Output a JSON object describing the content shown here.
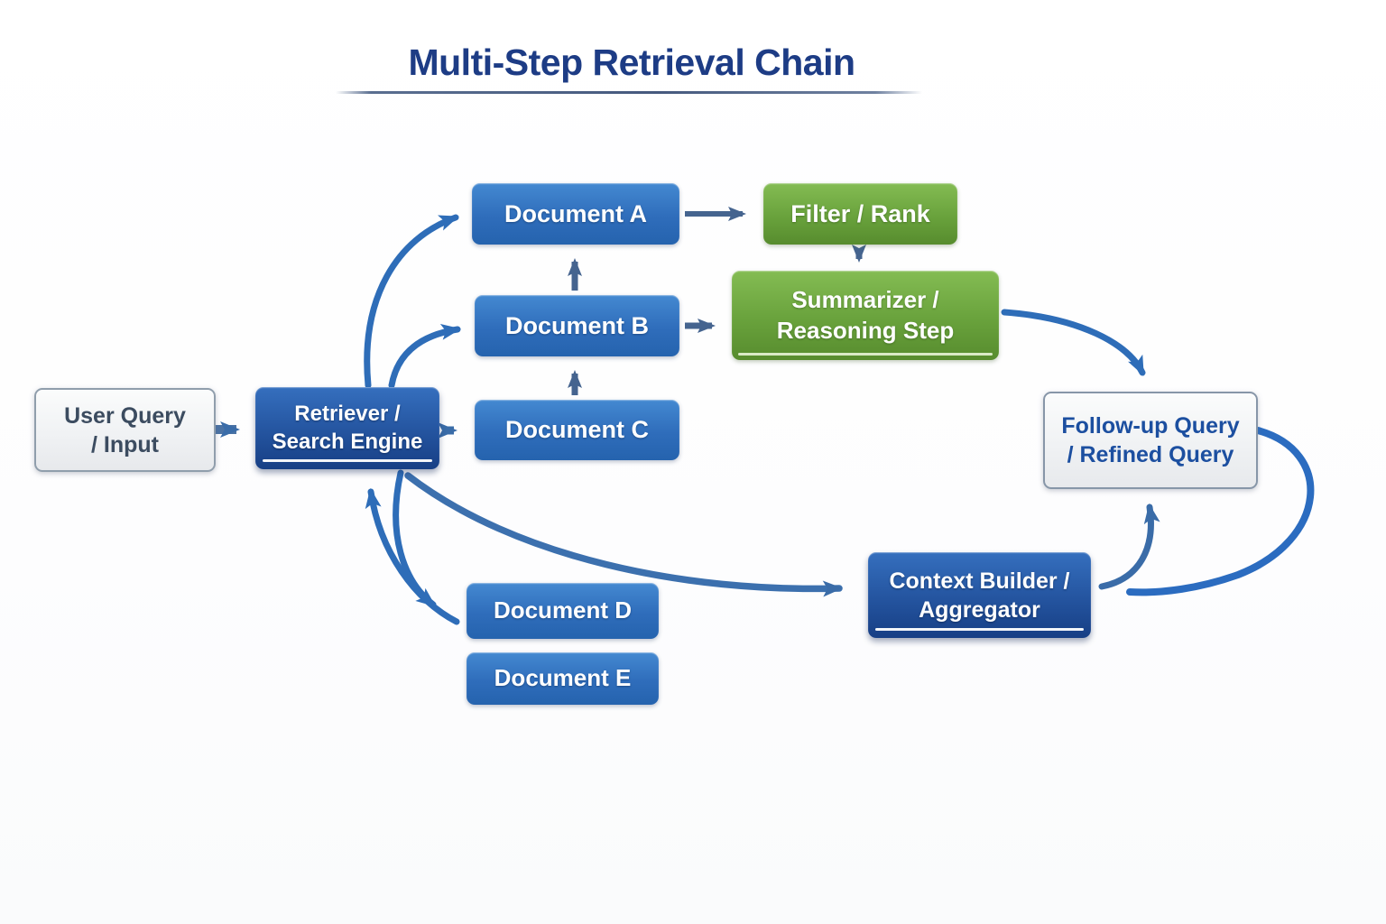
{
  "title": "Multi-Step Retrieval Chain",
  "nodes": {
    "user_query": {
      "label": "User Query\n/ Input"
    },
    "retriever": {
      "label": "Retriever /\nSearch Engine"
    },
    "doc_a": {
      "label": "Document A"
    },
    "doc_b": {
      "label": "Document B"
    },
    "doc_c": {
      "label": "Document C"
    },
    "doc_d": {
      "label": "Document D"
    },
    "doc_e": {
      "label": "Document E"
    },
    "filter_rank": {
      "label": "Filter / Rank"
    },
    "summarizer": {
      "label": "Summarizer /\nReasoning Step"
    },
    "follow_up_query": {
      "label": "Follow-up Query\n/ Refined Query"
    },
    "context_builder": {
      "label": "Context Builder /\nAggregator"
    }
  },
  "colors": {
    "title_navy": "#1d3c85",
    "box_blue_top": "#4489d1",
    "box_blue_bottom": "#2563ae",
    "deep_blue_top": "#356fbe",
    "deep_blue_bottom": "#173f85",
    "green_top": "#84bc53",
    "green_bottom": "#578c2e",
    "gray_box_bg": "#f0f2f4",
    "gray_box_border": "#909eac",
    "user_query_text": "#3c4c60",
    "follow_up_text": "#1c4fa0",
    "arrow_bright_blue": "#2e6db8",
    "arrow_slate_blue": "#45648f"
  }
}
